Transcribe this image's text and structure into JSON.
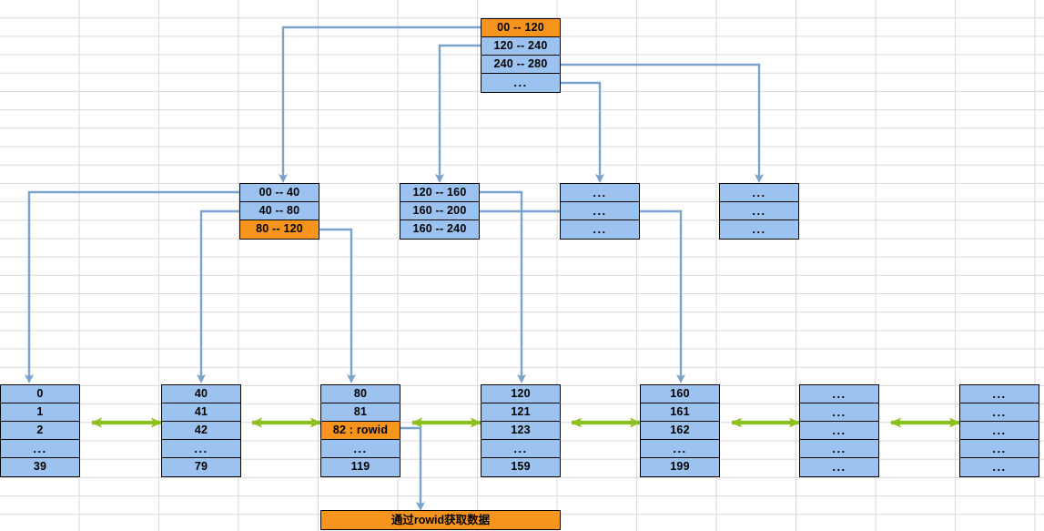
{
  "diagram": {
    "title": "B+ tree index lookup",
    "colors": {
      "node_fill": "#9CC3F0",
      "highlight_fill": "#F7941E",
      "node_border": "#000000",
      "connector": "#7BA2CC",
      "leaf_link": "#8CC01E",
      "grid": "#D9D9D9"
    },
    "root": {
      "name": "root-node",
      "rows": [
        {
          "text": "00 -- 120",
          "highlight": true
        },
        {
          "text": "120 -- 240",
          "highlight": false
        },
        {
          "text": "240 -- 280",
          "highlight": false
        },
        {
          "text": "...",
          "highlight": false
        }
      ]
    },
    "internal": [
      {
        "name": "internal-node-1",
        "rows": [
          {
            "text": "00 -- 40",
            "highlight": false
          },
          {
            "text": "40 -- 80",
            "highlight": false
          },
          {
            "text": "80 -- 120",
            "highlight": true
          }
        ]
      },
      {
        "name": "internal-node-2",
        "rows": [
          {
            "text": "120 -- 160",
            "highlight": false
          },
          {
            "text": "160 -- 200",
            "highlight": false
          },
          {
            "text": "160 -- 240",
            "highlight": false
          }
        ]
      },
      {
        "name": "internal-node-3",
        "rows": [
          {
            "text": "...",
            "highlight": false
          },
          {
            "text": "...",
            "highlight": false
          },
          {
            "text": "...",
            "highlight": false
          }
        ]
      },
      {
        "name": "internal-node-4",
        "rows": [
          {
            "text": "...",
            "highlight": false
          },
          {
            "text": "...",
            "highlight": false
          },
          {
            "text": "...",
            "highlight": false
          }
        ]
      }
    ],
    "leaves": [
      {
        "name": "leaf-node-1",
        "rows": [
          {
            "text": "0",
            "highlight": false
          },
          {
            "text": "1",
            "highlight": false
          },
          {
            "text": "2",
            "highlight": false
          },
          {
            "text": "...",
            "highlight": false
          },
          {
            "text": "39",
            "highlight": false
          }
        ]
      },
      {
        "name": "leaf-node-2",
        "rows": [
          {
            "text": "40",
            "highlight": false
          },
          {
            "text": "41",
            "highlight": false
          },
          {
            "text": "42",
            "highlight": false
          },
          {
            "text": "...",
            "highlight": false
          },
          {
            "text": "79",
            "highlight": false
          }
        ]
      },
      {
        "name": "leaf-node-3",
        "rows": [
          {
            "text": "80",
            "highlight": false
          },
          {
            "text": "81",
            "highlight": false
          },
          {
            "text": "82 : rowid",
            "highlight": true
          },
          {
            "text": "...",
            "highlight": false
          },
          {
            "text": "119",
            "highlight": false
          }
        ]
      },
      {
        "name": "leaf-node-4",
        "rows": [
          {
            "text": "120",
            "highlight": false
          },
          {
            "text": "121",
            "highlight": false
          },
          {
            "text": "123",
            "highlight": false
          },
          {
            "text": "...",
            "highlight": false
          },
          {
            "text": "159",
            "highlight": false
          }
        ]
      },
      {
        "name": "leaf-node-5",
        "rows": [
          {
            "text": "160",
            "highlight": false
          },
          {
            "text": "161",
            "highlight": false
          },
          {
            "text": "162",
            "highlight": false
          },
          {
            "text": "...",
            "highlight": false
          },
          {
            "text": "199",
            "highlight": false
          }
        ]
      },
      {
        "name": "leaf-node-6",
        "rows": [
          {
            "text": "...",
            "highlight": false
          },
          {
            "text": "...",
            "highlight": false
          },
          {
            "text": "...",
            "highlight": false
          },
          {
            "text": "...",
            "highlight": false
          },
          {
            "text": "...",
            "highlight": false
          }
        ]
      },
      {
        "name": "leaf-node-7",
        "rows": [
          {
            "text": "...",
            "highlight": false
          },
          {
            "text": "...",
            "highlight": false
          },
          {
            "text": "...",
            "highlight": false
          },
          {
            "text": "...",
            "highlight": false
          },
          {
            "text": "...",
            "highlight": false
          }
        ]
      }
    ],
    "footer_label": "通过rowid获取数据"
  }
}
